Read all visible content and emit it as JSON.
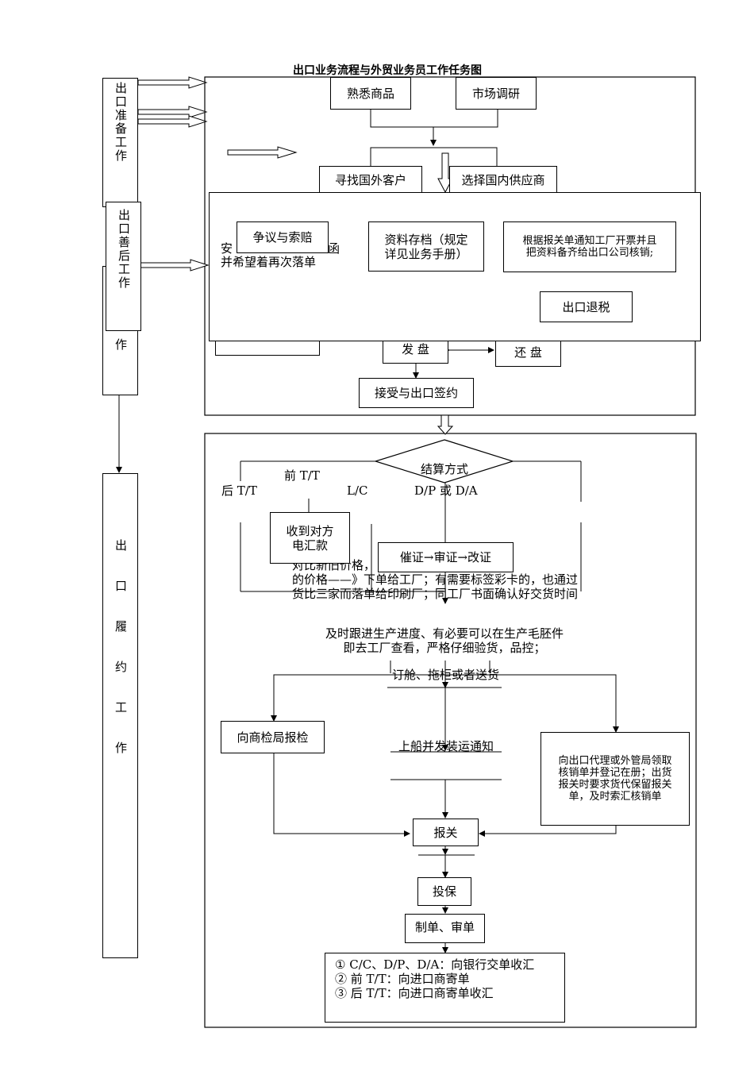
{
  "title": "出口业务流程与外贸业务员工作任务图",
  "side": {
    "prep": "出口准备工作",
    "after": "出口善后工作",
    "hidden_tail": "作",
    "perform": "出口履约工作"
  },
  "prep": {
    "familiar": "熟悉商品",
    "research": "市场调研",
    "find_customer": "寻找国外客户",
    "choose_supplier": "选择国内供应商",
    "send_offer": "发  盘",
    "counter_offer": "还  盘",
    "accept_sign": "接受与出口签约"
  },
  "after": {
    "dispute": "争议与索赔",
    "archive": "资料存档（规定\n详见业务手册）",
    "verify": "根据报关单通知工厂开票并且\n把资料备齐给出口公司核销;",
    "tax_refund": "出口退税",
    "thanks_partial": "安",
    "thanks_partial_right": "函",
    "thanks_line2": "并希望着再次落单"
  },
  "perform": {
    "settlement": "结算方式",
    "pre_tt": "前 T/T",
    "post_tt": "后 T/T",
    "lc": "L/C",
    "dp_da": "D/P 或 D/A",
    "received": "收到对方\n电汇款",
    "lc_steps": "催证→审证→改证",
    "compare_prices": "对比新旧价格，              ，取得最有竞争力\n的价格——》下单给工厂；有需要标签彩卡的，也通过\n货比三家而落单给印刷厂；同工厂书面确认好交货时间",
    "follow_production": "及时跟进生产进度、有必要可以在生产毛胚件\n即去工厂查看，严格仔细验货，品控；",
    "booking": "订舱、拖柜或者送货",
    "inspection": "向商检局报检",
    "shipping_notice": "上船并发装运通知",
    "verification_slip": "向出口代理或外管局领取\n核销单并登记在册；出货\n报关时要求货代保留报关\n单，及时索汇核销单",
    "customs": "报关",
    "insurance": "投保",
    "docs": "制单、审单",
    "final": "①  C/C、D/P、D/A：向银行交单收汇\n②  前 T/T：向进口商寄单\n③  后 T/T：向进口商寄单收汇"
  }
}
